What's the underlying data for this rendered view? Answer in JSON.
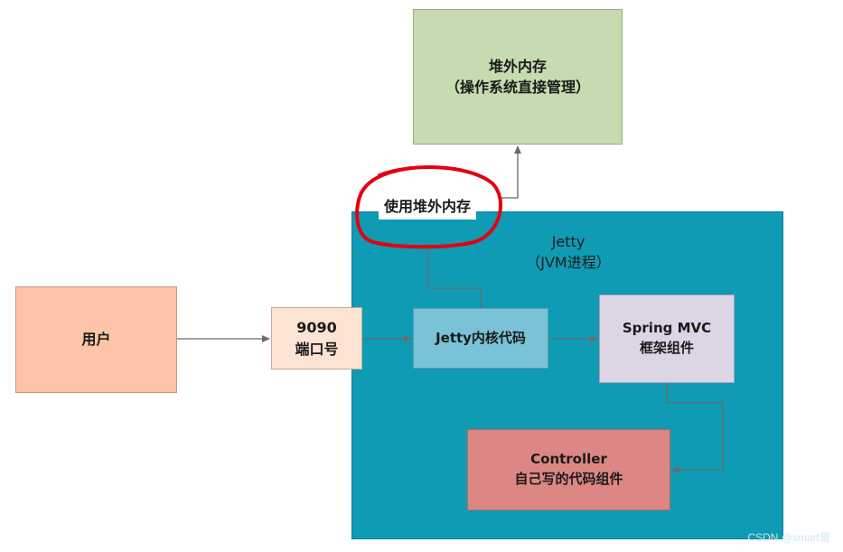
{
  "nodes": {
    "offheap_memory": {
      "title": "堆外内存",
      "subtitle": "（操作系统直接管理）"
    },
    "jetty": {
      "title": "Jetty",
      "subtitle": "（JVM进程）"
    },
    "user": {
      "title": "用户"
    },
    "port": {
      "title": "9090",
      "subtitle": "端口号"
    },
    "jetty_core": {
      "title": "Jetty内核代码"
    },
    "spring_mvc": {
      "title": "Spring MVC",
      "subtitle": "框架组件"
    },
    "controller": {
      "title": "Controller",
      "subtitle": "自己写的代码组件"
    }
  },
  "edge_labels": {
    "use_offheap": "使用堆外内存"
  },
  "annotation": {
    "circle_color": "#e4000f"
  },
  "watermark": "CSDN @smart哥",
  "colors": {
    "container": "#0f9bb3",
    "arrow": "#6b6b6b"
  }
}
